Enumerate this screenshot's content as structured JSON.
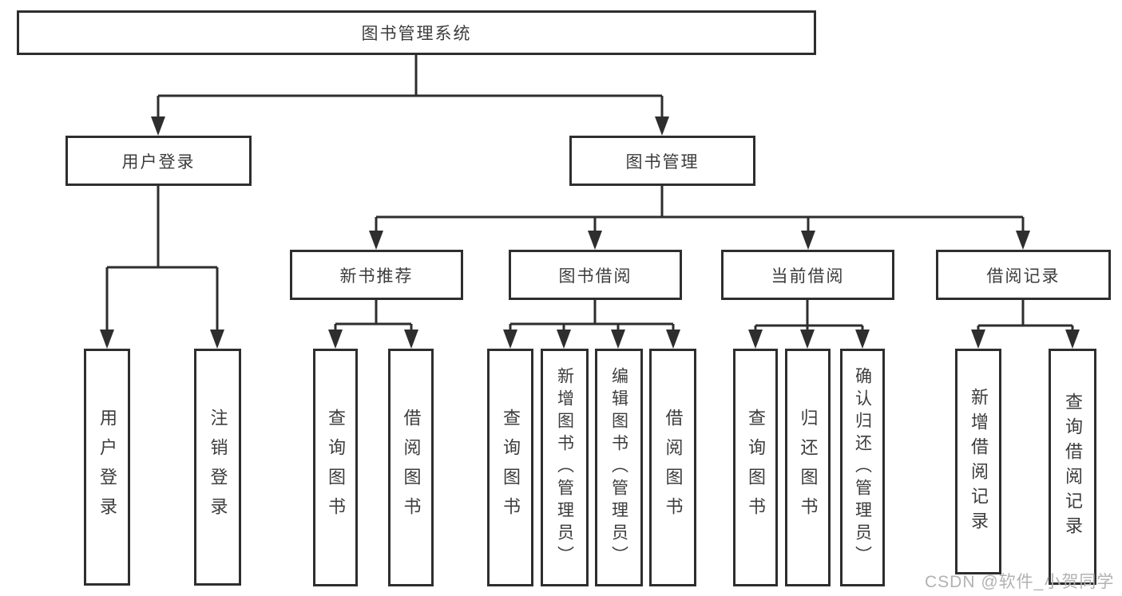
{
  "diagram_type": "hierarchy-tree",
  "title": "图书管理系统",
  "watermark": "CSDN @软件_小贺同学",
  "colors": {
    "background": "#ffffff",
    "line": "#2e2e2e",
    "text": "#3c3c3c",
    "watermark": "#b2b2b2"
  },
  "nodes": {
    "root": {
      "label": "图书管理系统",
      "level": 1
    },
    "user_login": {
      "label": "用户登录",
      "level": 2
    },
    "book_mgmt": {
      "label": "图书管理",
      "level": 2
    },
    "new_book_rec": {
      "label": "新书推荐",
      "level": 3
    },
    "book_borrow": {
      "label": "图书借阅",
      "level": 3
    },
    "current_borrow": {
      "label": "当前借阅",
      "level": 3
    },
    "borrow_record": {
      "label": "借阅记录",
      "level": 3
    },
    "login": {
      "label": "用户登录",
      "level": 4
    },
    "logout": {
      "label": "注销登录",
      "level": 4
    },
    "query_book_1": {
      "label": "查询图书",
      "level": 4
    },
    "borrow_book_1": {
      "label": "借阅图书",
      "level": 4
    },
    "query_book_2": {
      "label": "查询图书",
      "level": 4
    },
    "add_book": {
      "label": "新增图书（管理员）",
      "level": 4
    },
    "edit_book": {
      "label": "编辑图书（管理员）",
      "level": 4
    },
    "borrow_book_2": {
      "label": "借阅图书",
      "level": 4
    },
    "query_book_3": {
      "label": "查询图书",
      "level": 4
    },
    "return_book": {
      "label": "归还图书",
      "level": 4
    },
    "confirm_return": {
      "label": "确认归还（管理员）",
      "level": 4
    },
    "add_borrow_record": {
      "label": "新增借阅记录",
      "level": 4
    },
    "query_borrow_record": {
      "label": "查询借阅记录",
      "level": 4
    }
  },
  "edges": [
    {
      "from": "root",
      "to": [
        "user_login",
        "book_mgmt"
      ]
    },
    {
      "from": "user_login",
      "to": [
        "login",
        "logout"
      ]
    },
    {
      "from": "book_mgmt",
      "to": [
        "new_book_rec",
        "book_borrow",
        "current_borrow",
        "borrow_record"
      ]
    },
    {
      "from": "new_book_rec",
      "to": [
        "query_book_1",
        "borrow_book_1"
      ]
    },
    {
      "from": "book_borrow",
      "to": [
        "query_book_2",
        "add_book",
        "edit_book",
        "borrow_book_2"
      ]
    },
    {
      "from": "current_borrow",
      "to": [
        "query_book_3",
        "return_book",
        "confirm_return"
      ]
    },
    {
      "from": "borrow_record",
      "to": [
        "add_borrow_record",
        "query_borrow_record"
      ]
    }
  ]
}
